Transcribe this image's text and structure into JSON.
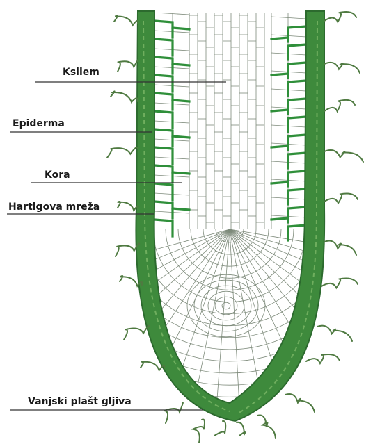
{
  "labels": {
    "xylem": "Ksilem",
    "epidermis": "Epiderma",
    "cortex": "Kora",
    "hartig_net": "Hartigova mreža",
    "fungal_mantle": "Vanjski plašt gljiva"
  },
  "colors": {
    "mantle": "#3e8a3c",
    "mantle_dark": "#2c6a2e",
    "hartig_net": "#2f8f3a",
    "hyphae": "#4f7a41",
    "cell_walls": "#7d8a7a",
    "label_text": "#1a1a1a"
  }
}
